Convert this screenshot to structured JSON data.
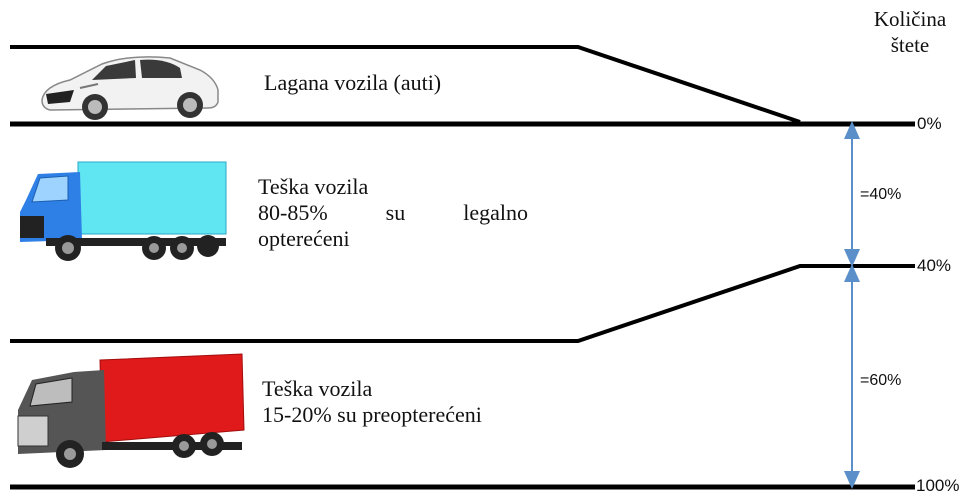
{
  "header": {
    "line1": "Količina",
    "line2": "štete"
  },
  "categories": [
    {
      "title": "Lagana vozila (auti)",
      "line2": "",
      "line3": ""
    },
    {
      "title": "Teška vozila",
      "line2_a": "80-85%",
      "line2_b": "su",
      "line2_c": "legalno",
      "line3": "opterećeni"
    },
    {
      "title": "Teška vozila",
      "line2": "15-20% su preopterećeni"
    }
  ],
  "levels": {
    "top": "0%",
    "middle": "40%",
    "bottom": "100%"
  },
  "intervals": {
    "upper": "=40%",
    "lower": "=60%"
  },
  "colors": {
    "line": "#000000",
    "arrow": "#5b8fc9",
    "car_body": "#f2f2f2",
    "truck1_cab": "#2e7fe6",
    "truck1_trailer": "#5fe6f2",
    "truck2_cab": "#555555",
    "truck2_trailer": "#e01a1a"
  },
  "icons": [
    "car-icon",
    "blue-truck-icon",
    "red-truck-icon"
  ]
}
